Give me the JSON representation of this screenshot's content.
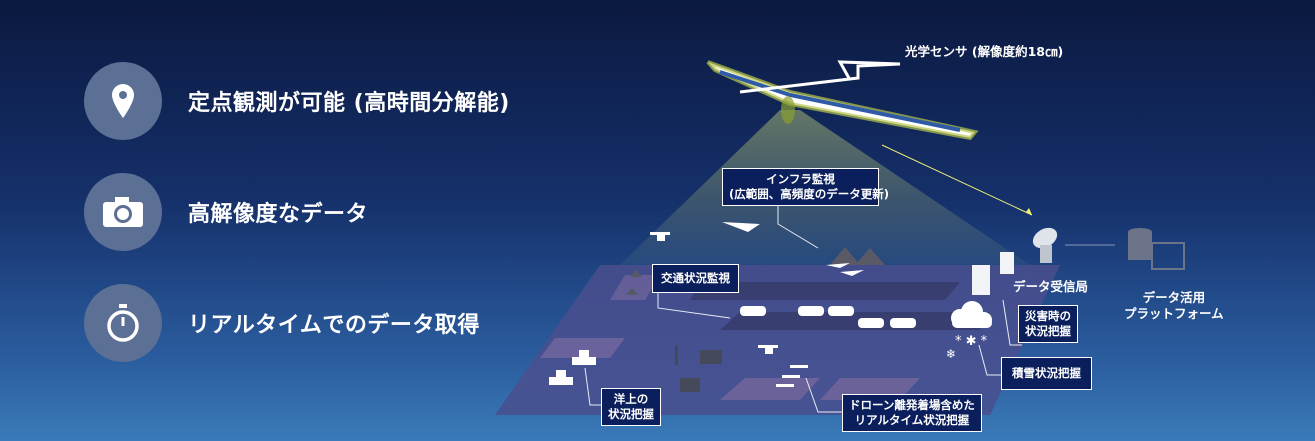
{
  "features": [
    {
      "icon": "map-pin-icon",
      "label": "定点観測が可能 (高時間分解能)"
    },
    {
      "icon": "camera-icon",
      "label": "高解像度なデータ"
    },
    {
      "icon": "stopwatch-icon",
      "label": "リアルタイムでのデータ取得"
    }
  ],
  "sensor_label": "光学センサ (解像度約18㎝)",
  "callouts": {
    "infra": [
      "インフラ監視",
      "(広範囲、高頻度のデータ更新)"
    ],
    "traffic": "交通状況監視",
    "disaster": [
      "災害時の",
      "状況把握"
    ],
    "snow": "積雪状況把握",
    "ocean": [
      "洋上の",
      "状況把握"
    ],
    "drone": [
      "ドローン離発着場含めた",
      "リアルタイム状況把握"
    ]
  },
  "ground_station": "データ受信局",
  "platform": [
    "データ活用",
    "プラットフォーム"
  ],
  "colors": {
    "box": "#0b1f5c",
    "circle": "#5c6f95",
    "beam": "#c8d878"
  }
}
